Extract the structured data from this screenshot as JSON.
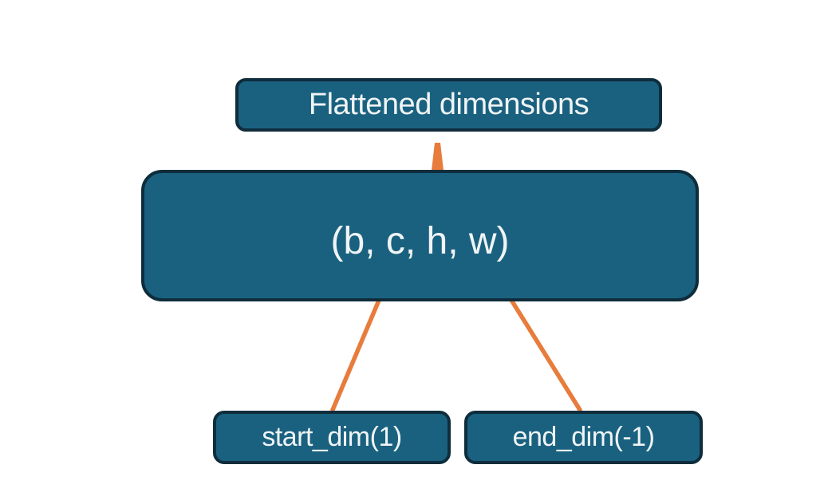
{
  "diagram": {
    "title_box": {
      "label": "Flattened dimensions"
    },
    "tensor_box": {
      "label": "(b, c, h, w)"
    },
    "start_dim_box": {
      "label": "start_dim(1)"
    },
    "end_dim_box": {
      "label": "end_dim(-1)"
    }
  },
  "colors": {
    "box_fill": "#1a6180",
    "box_border": "#0f2d3c",
    "accent_orange": "#e77c3c",
    "text": "#f0f4f5",
    "background": "#ffffff"
  }
}
